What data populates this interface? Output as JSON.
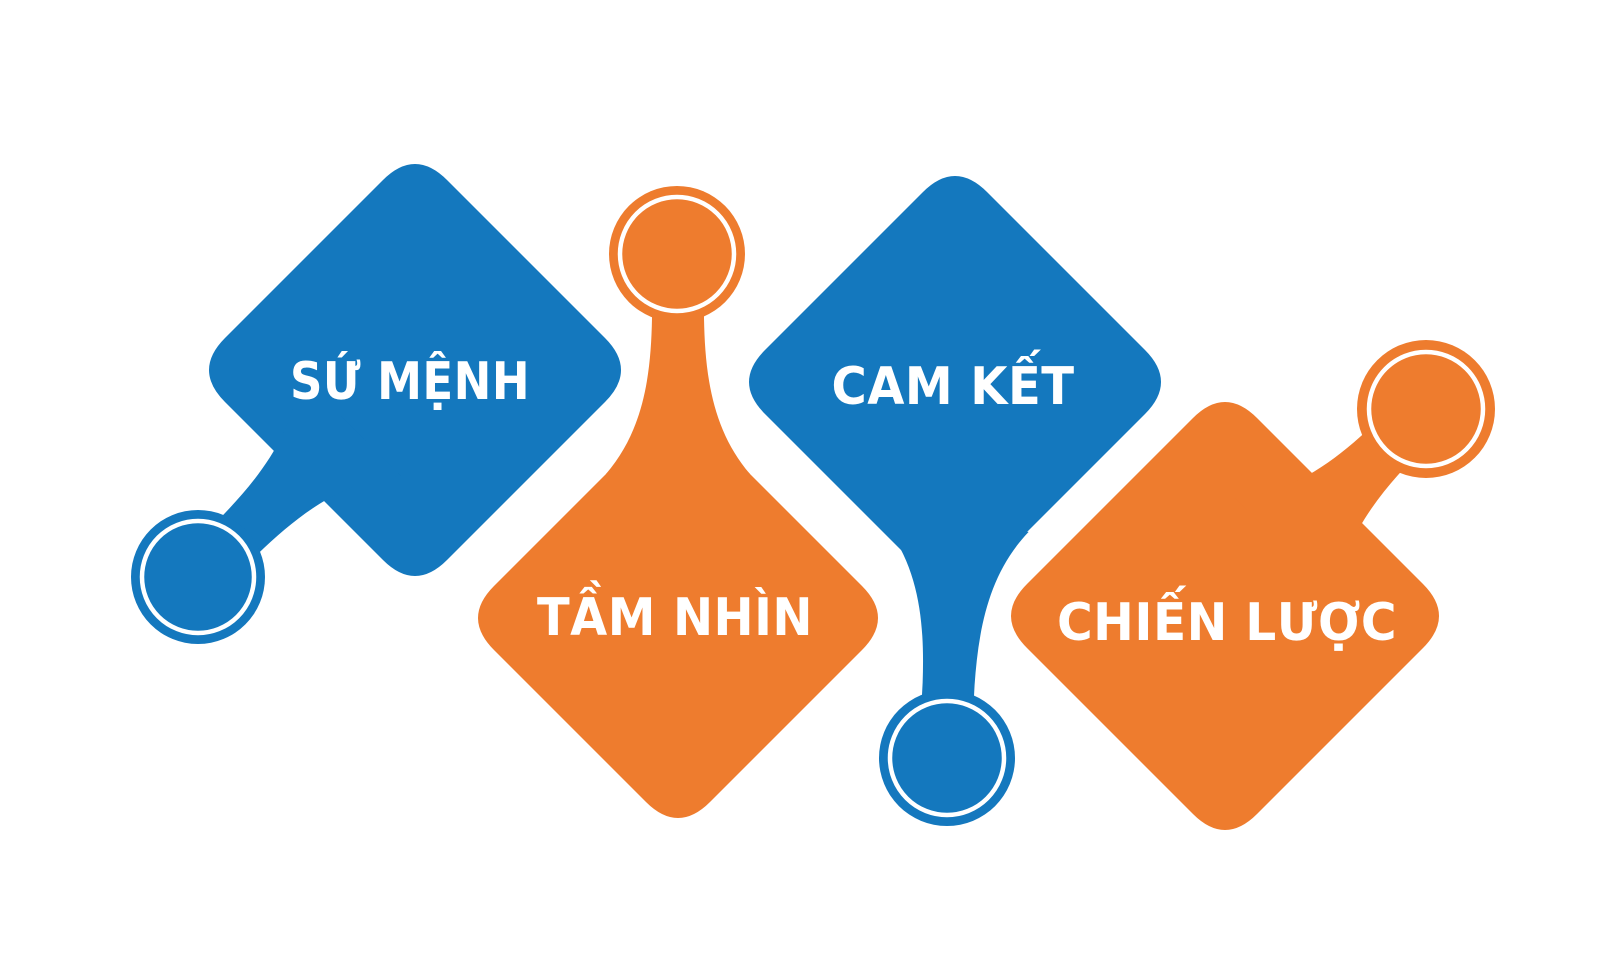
{
  "diagram": {
    "background_color": "#ffffff",
    "palette": {
      "blue": "#1478be",
      "orange": "#ee7c2e",
      "label_text": "#ffffff",
      "circle_ring": "#ffffff"
    },
    "items": [
      {
        "label": "SỨ MỆNH",
        "color_name": "blue",
        "fill": "#1478be",
        "connector_circle_position": "bottom-left"
      },
      {
        "label": "TẦM NHÌN",
        "color_name": "orange",
        "fill": "#ee7c2e",
        "connector_circle_position": "top"
      },
      {
        "label": "CAM KẾT",
        "color_name": "blue",
        "fill": "#1478be",
        "connector_circle_position": "bottom"
      },
      {
        "label": "CHIẾN LƯỢC",
        "color_name": "orange",
        "fill": "#ee7c2e",
        "connector_circle_position": "top-right"
      }
    ]
  }
}
